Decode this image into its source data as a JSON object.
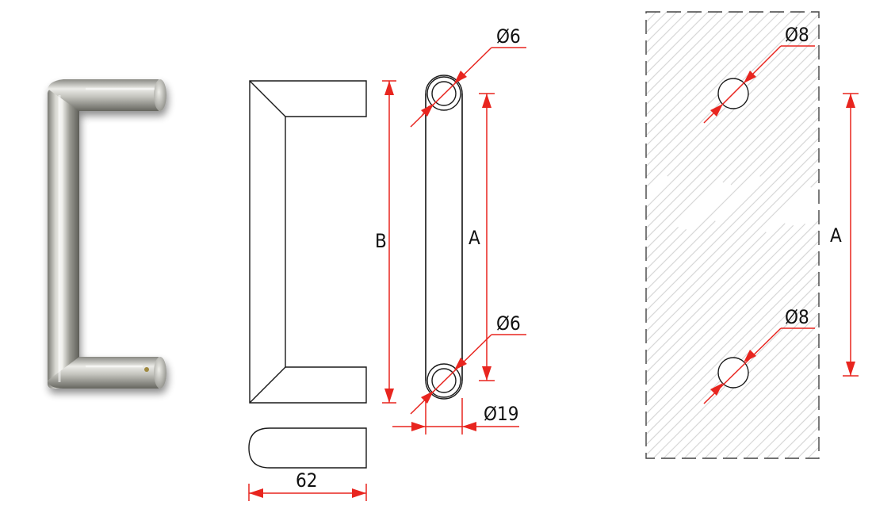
{
  "figure": {
    "colors": {
      "dimension": "#e8251f",
      "outline": "#1a1a1a",
      "hatch": "#d8d8d8",
      "steel_light": "#e4e4e0",
      "steel_dark": "#6e6e68"
    },
    "side_view": {
      "overall_height_label": "B",
      "width_label": "62"
    },
    "front_view": {
      "center_distance_label": "A",
      "top_hole_label": "Ø6",
      "bottom_hole_label": "Ø6",
      "tube_diameter_label": "Ø19"
    },
    "mounting_template": {
      "center_distance_label": "A",
      "top_hole_label": "Ø8",
      "bottom_hole_label": "Ø8"
    }
  }
}
